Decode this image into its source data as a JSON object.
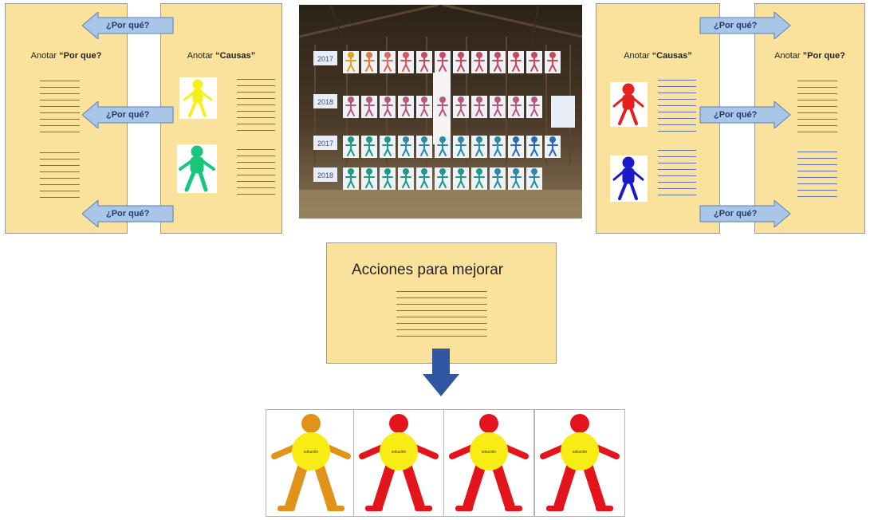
{
  "left": {
    "porque_prefix": "Anotar ",
    "porque_bold": "“Por que?",
    "causas_prefix": "Anotar ",
    "causas_bold": "“Causas”",
    "arrows": [
      "¿Por qué?",
      "¿Por qué?",
      "¿Por qué?"
    ],
    "figure_colors": [
      "#f6ef1c",
      "#17c77a"
    ]
  },
  "right": {
    "causas_prefix": "Anotar ",
    "causas_bold": "“Causas”",
    "porque_prefix": "Anotar ",
    "porque_bold": "”Por que?",
    "arrows": [
      "¿Por qué?",
      "¿Por qué?",
      "¿Por qué?"
    ],
    "figure_colors": [
      "#e52020",
      "#1a1ac8"
    ]
  },
  "photo": {
    "year_labels": [
      "2017",
      "2018",
      "2017",
      "2018"
    ]
  },
  "acciones": {
    "title": "Acciones para mejorar"
  },
  "solution_cards": {
    "label": "solución",
    "body_colors": [
      "#e0921a",
      "#e3141c",
      "#e3141c",
      "#e3141c"
    ],
    "torso_color": "#f7ec14"
  },
  "colors": {
    "box_fill": "#fbe29c",
    "arrow_fill": "#a9c6e8",
    "arrow_text": "#1f3a6e",
    "down_arrow": "#2f56a0"
  }
}
